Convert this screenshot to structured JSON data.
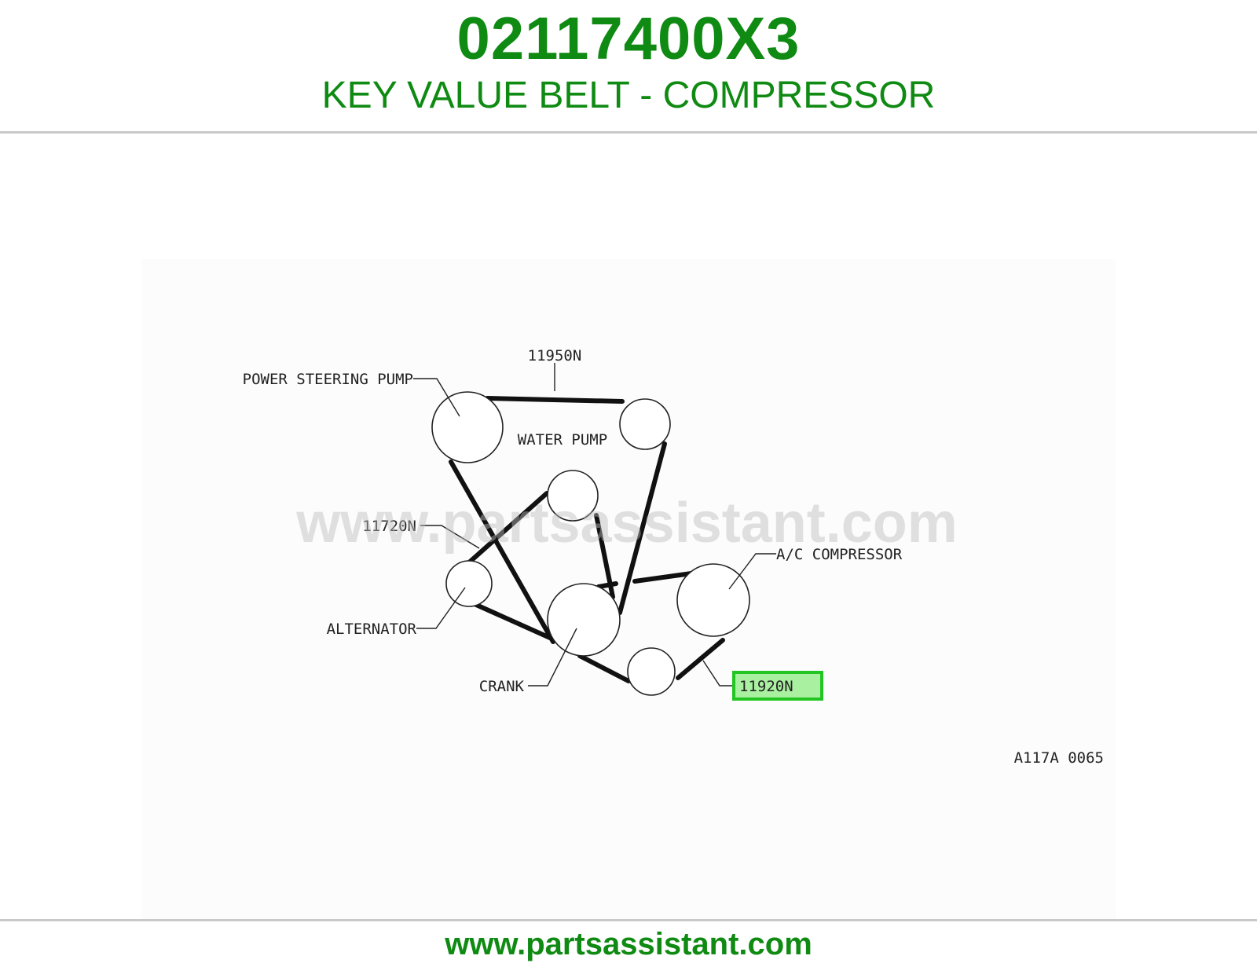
{
  "header": {
    "part_number": "02117400X3",
    "part_name": "KEY VALUE BELT - COMPRESSOR"
  },
  "diagram": {
    "labels": {
      "power_steering_pump": "POWER STEERING PUMP",
      "belt_top": "11950N",
      "water_pump": "WATER PUMP",
      "belt_middle": "11720N",
      "ac_compressor": "A/C COMPRESSOR",
      "alternator": "ALTERNATOR",
      "crank": "CRANK",
      "belt_highlighted": "11920N",
      "figure_code": "A117A 0065"
    },
    "watermark": "www.partsassistant.com",
    "highlight_color": "#22c522",
    "highlight_fill": "#a9f0a0"
  },
  "footer": {
    "url": "www.partsassistant.com"
  }
}
